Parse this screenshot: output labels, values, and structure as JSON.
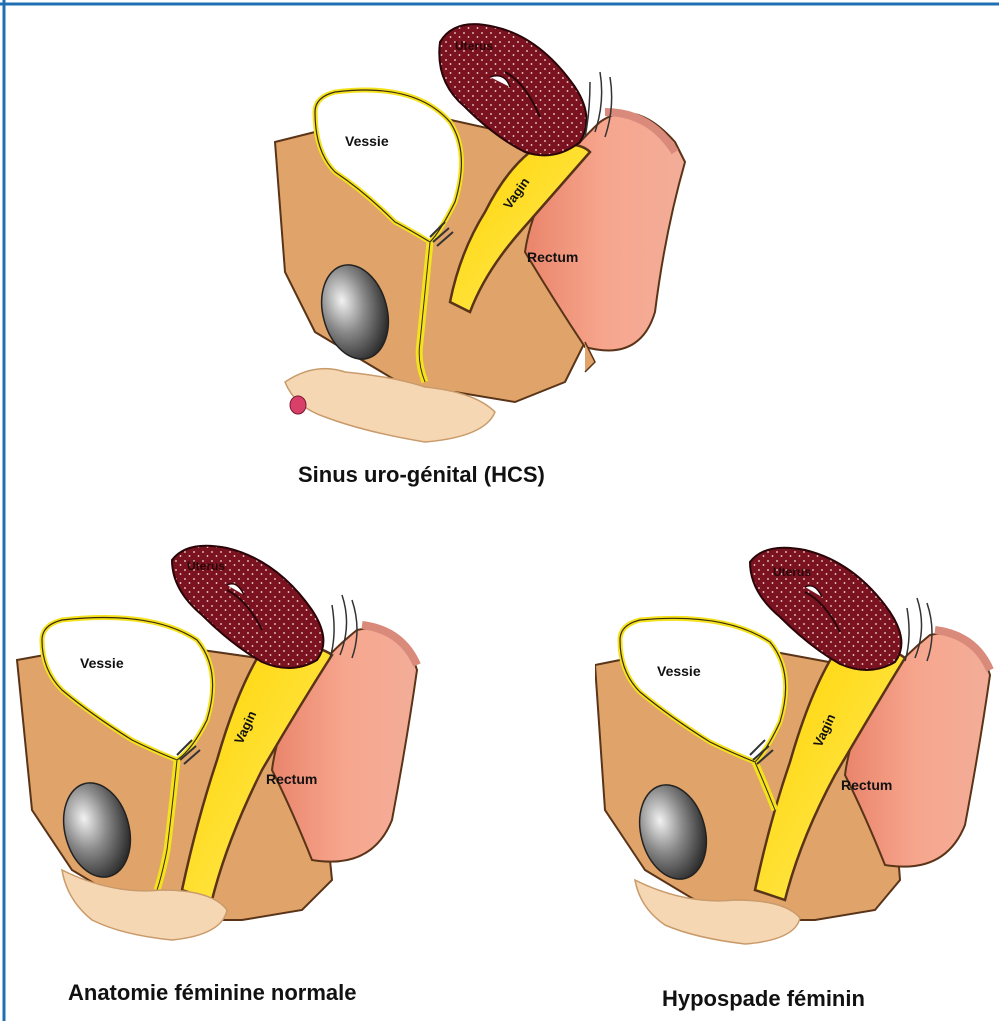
{
  "colors": {
    "border": "#1f6fb4",
    "tissue": "#e0a46a",
    "tissue_outline": "#5a3418",
    "bladder_wall": "#f4e21c",
    "uterus": "#7a1220",
    "vagina_inner": "#ffe000",
    "vagina_outer": "#f07c00",
    "rectum": "#f3987f",
    "bone": "#4a4a4a",
    "skin": "#f6d7b4",
    "urethra_tip": "#d8406a"
  },
  "diagrams": [
    {
      "variant": "sinus-uro-genital",
      "caption": "Sinus uro-génital (HCS)",
      "labels": {
        "uterus": "Uterus",
        "bladder": "Vessie",
        "vagina": "Vagin",
        "rectum": "Rectum"
      }
    },
    {
      "variant": "normal",
      "caption": "Anatomie féminine normale",
      "labels": {
        "uterus": "Uterus",
        "bladder": "Vessie",
        "vagina": "Vagin",
        "rectum": "Rectum"
      }
    },
    {
      "variant": "hypospade",
      "caption": "Hypospade féminin",
      "labels": {
        "uterus": "Uterus",
        "bladder": "Vessie",
        "vagina": "Vagin",
        "rectum": "Rectum"
      }
    }
  ]
}
